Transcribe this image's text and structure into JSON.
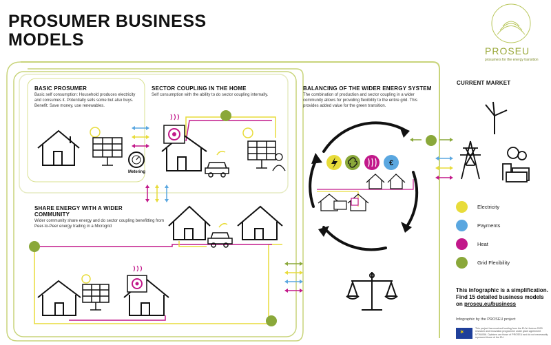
{
  "title": "PROSUMER BUSINESS\nMODELS",
  "logo": {
    "name": "PROSEU",
    "tagline": "prosumers for the energy transition"
  },
  "sections": {
    "basic": {
      "title": "BASIC PROSUMER",
      "desc": "Basic self consumption: Household produces electricity and consumes it. Potentially sells some but also buys. Benefit: Save money, use renewables."
    },
    "sector": {
      "title": "SECTOR COUPLING IN THE HOME",
      "desc": "Self consumption with the ability to do sector coupling internally."
    },
    "balancing": {
      "title": "BALANCING OF THE WIDER ENERGY SYSTEM",
      "desc": "The combination of production and sector coupling in a wider community allows for providing flexibility to the entire grid. This provides added value for the green transition."
    },
    "market": {
      "title": "CURRENT MARKET"
    },
    "share": {
      "title": "SHARE ENERGY WITH A WIDER COMMUNITY",
      "desc": "Wider community share energy and do sector coupling benefitting from Peer-to-Peer energy trading in a Microgrid"
    }
  },
  "metering_label": "Metering",
  "legend": [
    {
      "label": "Electricity",
      "color": "#e8dc3a",
      "icon": "lightning-icon"
    },
    {
      "label": "Payments",
      "color": "#5aa7e0",
      "icon": "euro-icon"
    },
    {
      "label": "Heat",
      "color": "#c2188a",
      "icon": "heat-icon"
    },
    {
      "label": "Grid Flexibility",
      "color": "#8aa83a",
      "icon": "grid-flex-icon"
    }
  ],
  "note": {
    "line1": "This infographic is a simplification.",
    "line2": "Find 15 detailed business models",
    "line3_prefix": "on ",
    "link": "proseu.eu/business"
  },
  "credit": "Infographic by the PROSEU project",
  "eu_notice": "This project has received funding from the EU's Horizon 2020 research and innovation programme under grant agreement N°764056. Opinions are those of PROSEU and do not necessarily represent those of the EU.",
  "colors": {
    "electricity": "#e8dc3a",
    "payments": "#5aa7e0",
    "heat": "#c2188a",
    "flex": "#8aa83a",
    "frame": "#c8d47a"
  }
}
